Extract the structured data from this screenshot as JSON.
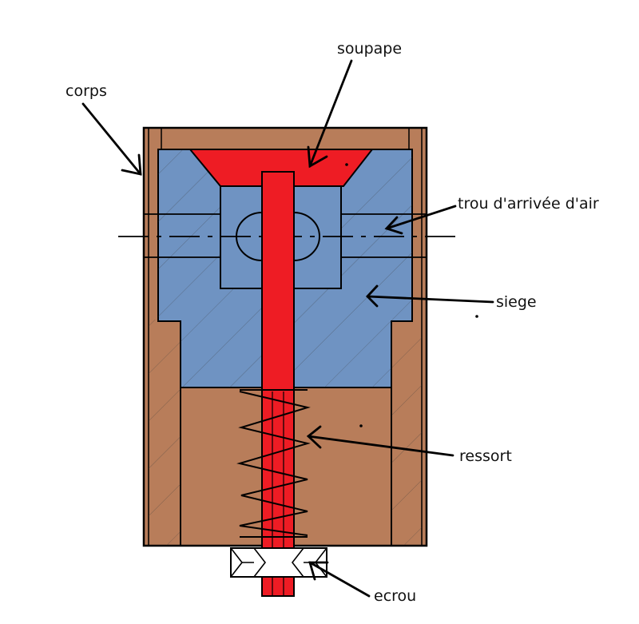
{
  "labels": {
    "soupape": "soupape",
    "corps": "corps",
    "trou": "trou d'arrivée d'air",
    "siege": "siege",
    "ressort": "ressort",
    "ecrou": "ecrou"
  },
  "colors": {
    "body": "#b87d5a",
    "seat": "#6f93c2",
    "valve": "#ee1c24",
    "outline": "#000000",
    "nut": "#ffffff"
  }
}
